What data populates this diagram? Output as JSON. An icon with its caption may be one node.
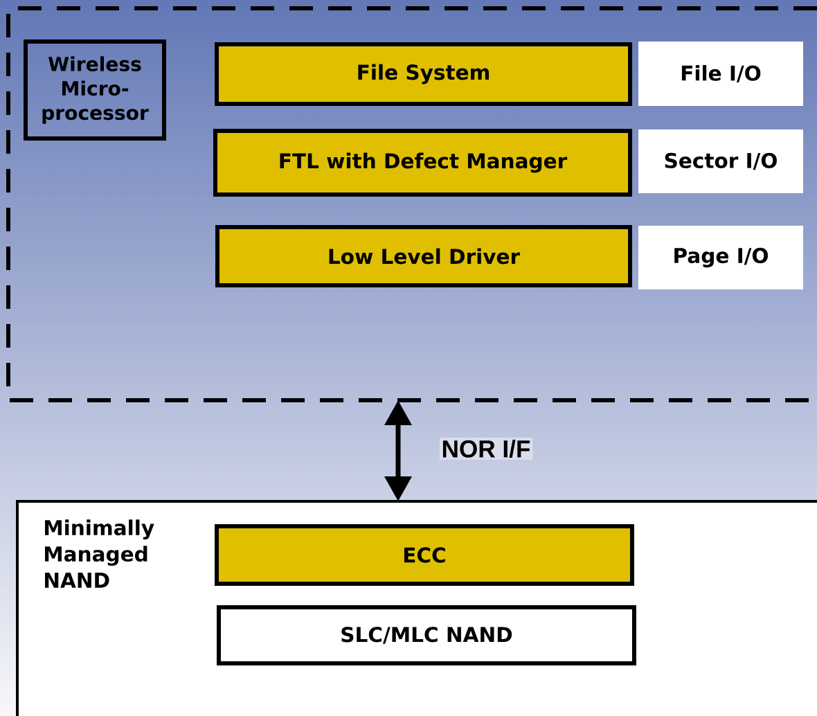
{
  "diagram": {
    "nodes": [
      {
        "text": [],
        "shape": "box"
      },
      {
        "text": [
          "Wireless Micro-processor"
        ],
        "in": 0
      },
      {
        "text": [
          "File System"
        ],
        "in": 0
      },
      {
        "text": [
          "File I/O"
        ],
        "in": 0
      },
      {
        "text": [
          "FTL with Defect Manager"
        ],
        "in": 0
      },
      {
        "text": [
          "Sector I/O"
        ],
        "in": 0
      },
      {
        "text": [
          "Low Level Driver"
        ],
        "in": 0
      },
      {
        "text": [
          "Page I/O"
        ],
        "in": 0
      },
      {
        "text": [
          "Minimally Managed NAND"
        ]
      },
      {
        "text": [
          "ECC"
        ],
        "in": 8
      },
      {
        "text": [
          "SLC/MLC NAND"
        ],
        "in": 8
      }
    ],
    "edges": [
      {
        "from": 0,
        "to": 8,
        "arrow": "both",
        "label": "NOR I/F"
      }
    ]
  }
}
